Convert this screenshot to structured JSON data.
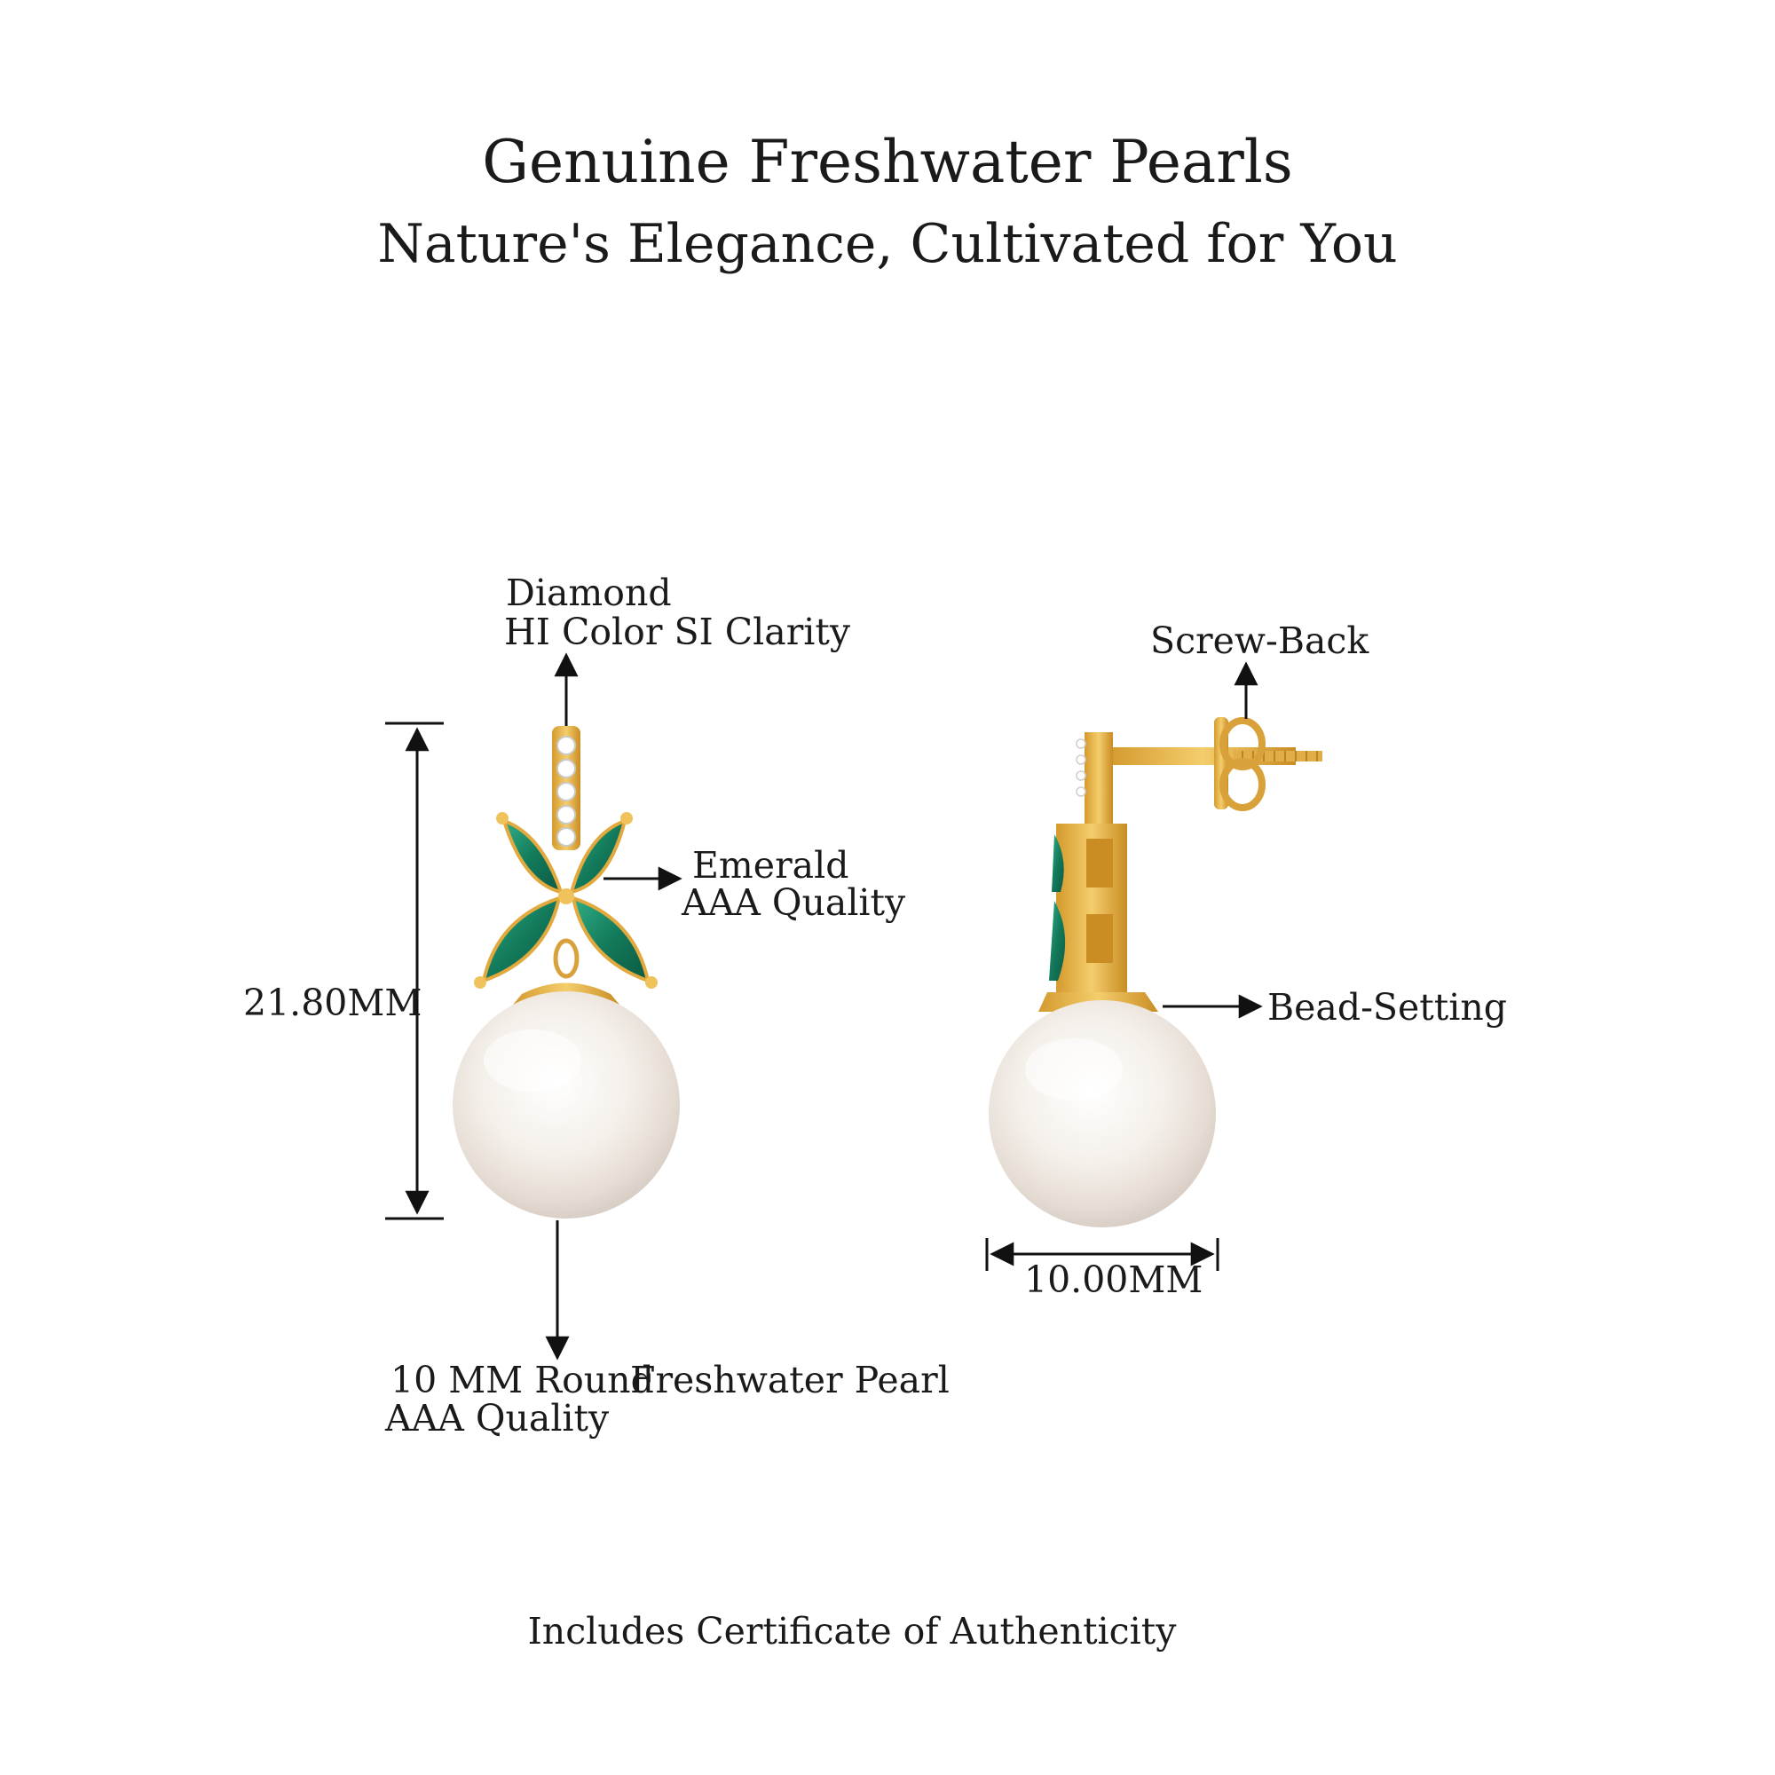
{
  "header": {
    "title": "Genuine Freshwater Pearls",
    "subtitle": "Nature's Elegance, Cultivated for You"
  },
  "callouts": {
    "diamond": {
      "line1": "Diamond",
      "line2": "HI Color SI Clarity"
    },
    "emerald": {
      "line1": "Emerald",
      "line2": "AAA Quality"
    },
    "pearl": {
      "line1_a": "10 MM Round",
      "line1_b": "Freshwater Pearl",
      "line2": "AAA Quality"
    },
    "screw_back": "Screw-Back",
    "bead_setting": "Bead-Setting"
  },
  "dimensions": {
    "height": "21.80MM",
    "width": "10.00MM"
  },
  "footer": {
    "note": "Includes Certificate of Authenticity"
  },
  "colors": {
    "gold": "#E8B54A",
    "emerald": "#1E8F6E",
    "pearl": "#F6F2EE",
    "text": "#1a1a1a"
  }
}
